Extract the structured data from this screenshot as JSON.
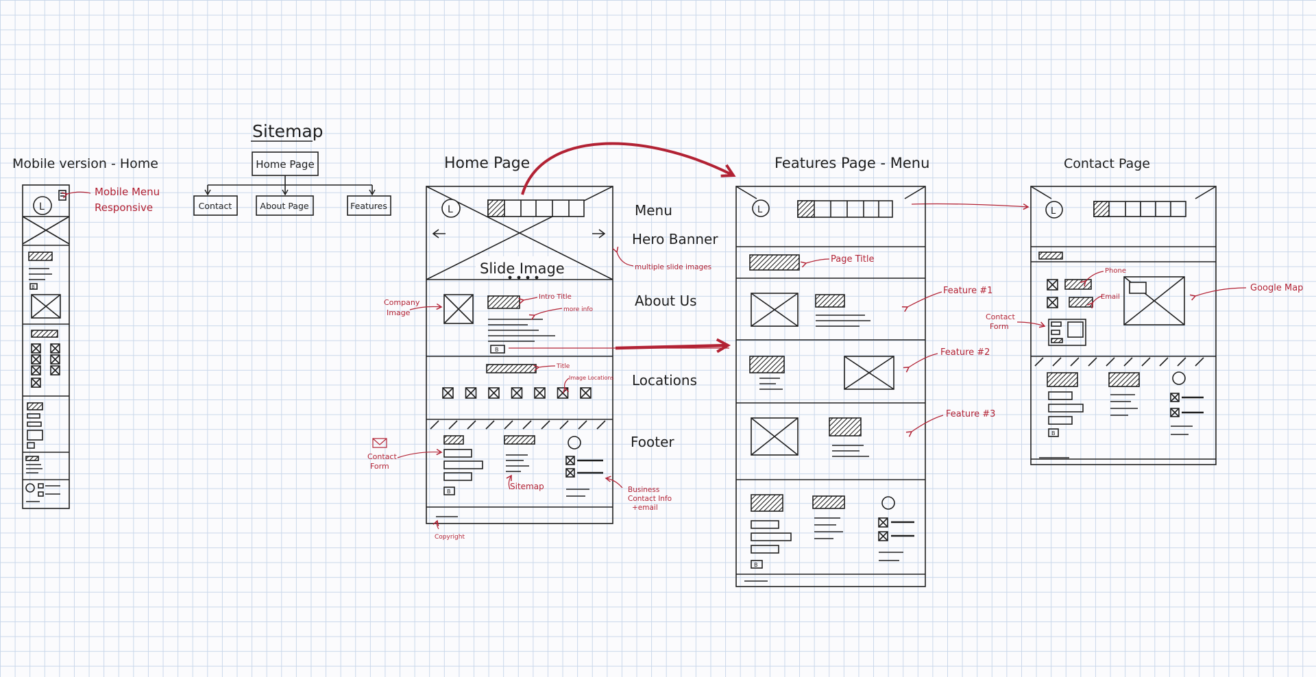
{
  "mobile": {
    "title": "Mobile version - Home",
    "note_line1": "Mobile Menu",
    "note_line2": "Responsive",
    "logo_letter": "L",
    "button_letter": "B"
  },
  "sitemap": {
    "title": "Sitemap",
    "root": "Home Page",
    "children": [
      "Contact",
      "About Page",
      "Features"
    ]
  },
  "home": {
    "title": "Home Page",
    "logo_letter": "L",
    "slide_label": "Slide Image",
    "section_labels": [
      "Menu",
      "Hero Banner",
      "About Us",
      "Locations",
      "Footer"
    ],
    "notes": {
      "multiple_slides": "multiple slide images",
      "company_image_1": "Company",
      "company_image_2": "Image",
      "intro_title": "Intro Title",
      "more_info": "more info",
      "title": "Title",
      "image_locations": "Image Locations",
      "contact_form_1": "Contact",
      "contact_form_2": "Form",
      "sitemap": "Sitemap",
      "business_1": "Business",
      "business_2": "Contact Info",
      "business_3": "+email",
      "copyright": "Copyright"
    },
    "button_letter": "B"
  },
  "features": {
    "title": "Features Page - Menu",
    "logo_letter": "L",
    "notes": {
      "page_title": "Page Title",
      "feature_1": "Feature #1",
      "feature_2": "Feature #2",
      "feature_3": "Feature #3"
    },
    "button_letter": "B"
  },
  "contact": {
    "title": "Contact Page",
    "logo_letter": "L",
    "notes": {
      "phone": "Phone",
      "email": "Email",
      "contact_form_1": "Contact",
      "contact_form_2": "Form",
      "google_map": "Google Map"
    },
    "button_letter": "B"
  },
  "colors": {
    "ink": "#1e1e1e",
    "annotation": "#b22234",
    "grid": "#c9d7ea",
    "paper": "#fbfbfd"
  }
}
